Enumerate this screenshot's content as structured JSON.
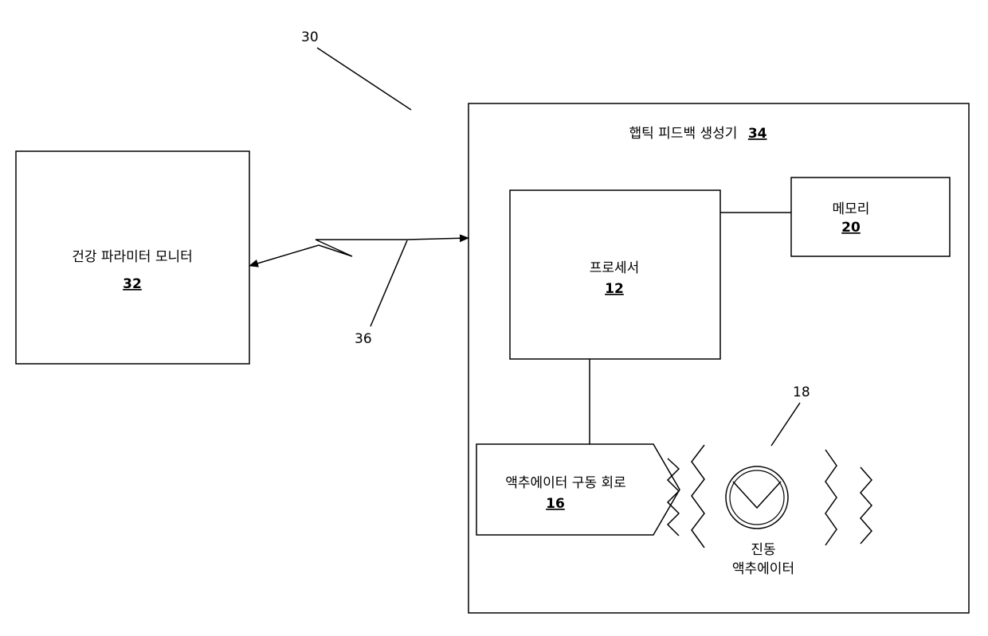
{
  "figure": {
    "ref_overall": "30",
    "ref_link": "36",
    "ref_actuator": "18"
  },
  "health_monitor": {
    "label": "건강 파라미터 모니터",
    "number": "32"
  },
  "haptic_generator": {
    "label": "햅틱 피드백 생성기",
    "number": "34"
  },
  "processor": {
    "label": "프로세서",
    "number": "12"
  },
  "memory": {
    "label": "메모리",
    "number": "20"
  },
  "drive_circuit": {
    "label": "액추에이터 구동 회로",
    "number": "16"
  },
  "vibration_actuator": {
    "label_line1": "진동",
    "label_line2": "액추에이터"
  }
}
